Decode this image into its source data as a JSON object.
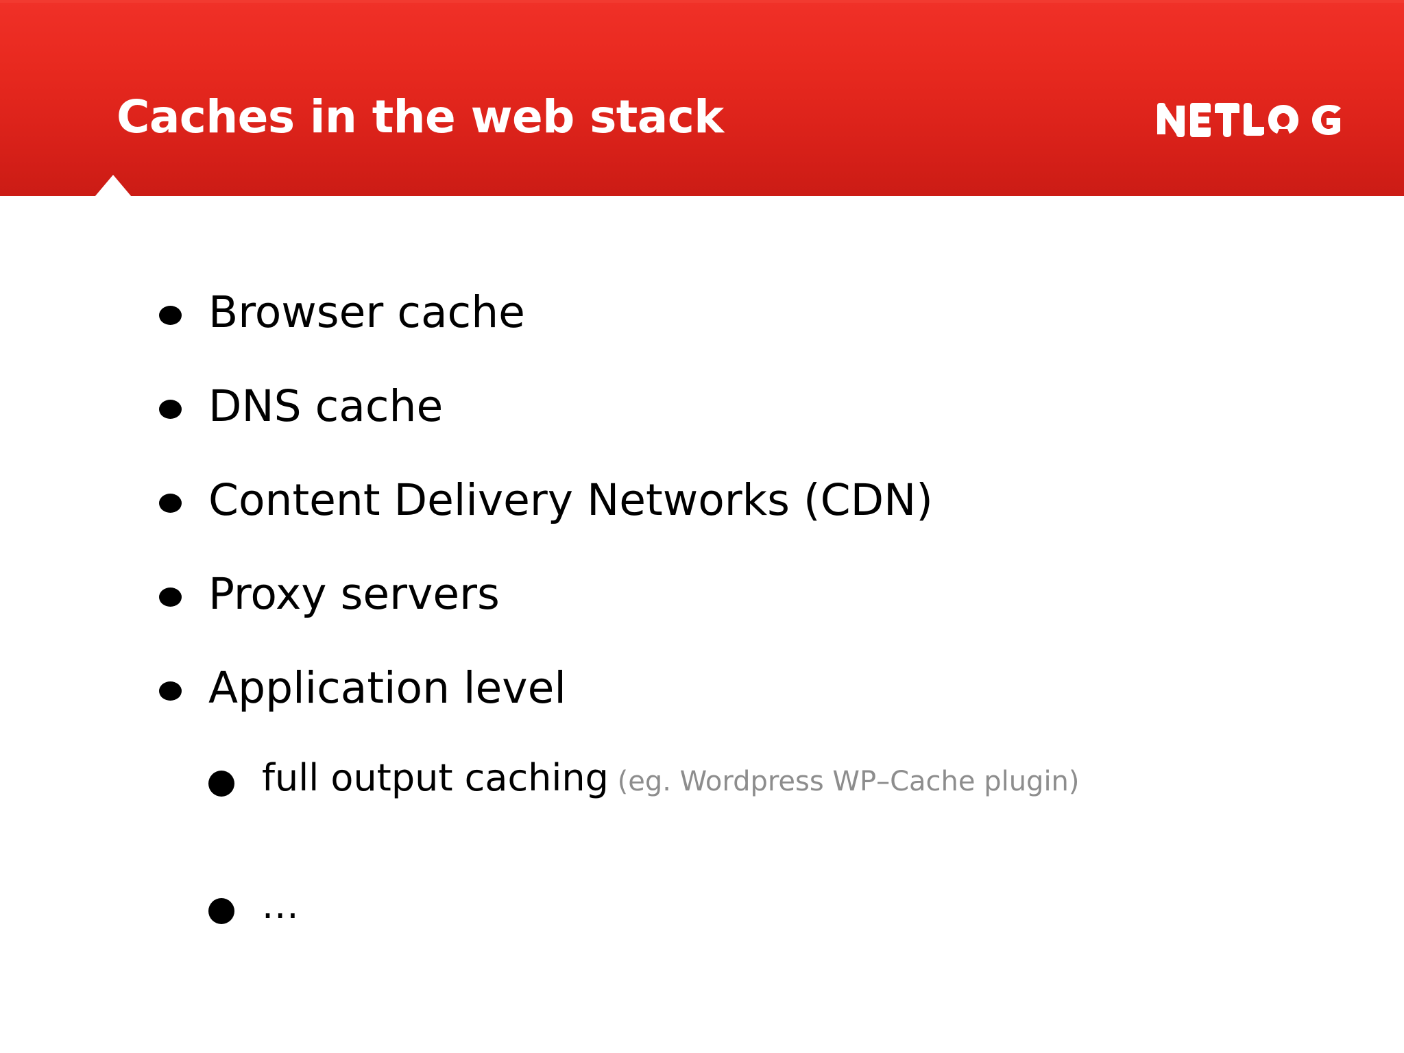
{
  "slide": {
    "title": "Caches in the web stack",
    "brand": {
      "name": "NETLOG",
      "color": "#ffffff"
    },
    "theme": {
      "header_red_top": "#f03229",
      "header_red_bottom": "#cb1c15",
      "body_background": "#ffffff",
      "text_color": "#000000",
      "note_color": "#8d8d8d"
    },
    "bullets": [
      {
        "label": "Browser cache"
      },
      {
        "label": "DNS cache"
      },
      {
        "label": "Content Delivery Networks (CDN)"
      },
      {
        "label": "Proxy servers"
      },
      {
        "label": "Application level"
      }
    ],
    "sub_bullets": [
      {
        "label": "full output caching",
        "note": "(eg. Wordpress WP–Cache plugin)"
      },
      {
        "label": "..."
      }
    ],
    "icons": {
      "bullet": "filled-circle-bullet",
      "notch": "triangle-notch",
      "logo": "netlog-wordmark"
    }
  }
}
